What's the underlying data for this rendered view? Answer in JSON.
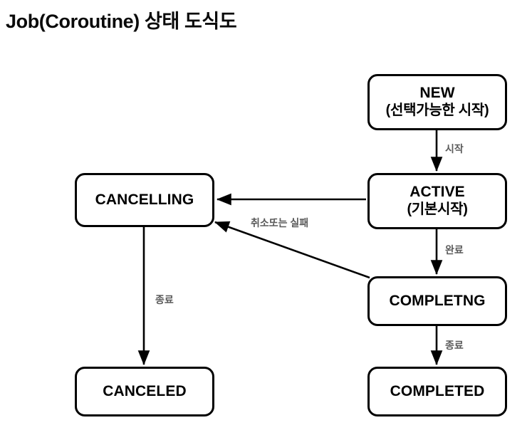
{
  "title": "Job(Coroutine) 상태 도식도",
  "diagram": {
    "type": "state-diagram",
    "nodes": [
      {
        "id": "new",
        "name": "NEW",
        "sub": "(선택가능한 시작)"
      },
      {
        "id": "active",
        "name": "ACTIVE",
        "sub": "(기본시작)"
      },
      {
        "id": "cancelling",
        "name": "CANCELLING",
        "sub": ""
      },
      {
        "id": "completing",
        "name": "COMPLETNG",
        "sub": ""
      },
      {
        "id": "canceled",
        "name": "CANCELED",
        "sub": ""
      },
      {
        "id": "completed",
        "name": "COMPLETED",
        "sub": ""
      }
    ],
    "edges": [
      {
        "from": "new",
        "to": "active",
        "label": "시작"
      },
      {
        "from": "active",
        "to": "cancelling",
        "label": "취소또는 실패"
      },
      {
        "from": "active",
        "to": "completing",
        "label": "완료"
      },
      {
        "from": "completing",
        "to": "cancelling",
        "label": ""
      },
      {
        "from": "cancelling",
        "to": "canceled",
        "label": "종료"
      },
      {
        "from": "completing",
        "to": "completed",
        "label": "종료"
      }
    ],
    "labels": {
      "start": "시작",
      "complete": "완료",
      "cancel_or_fail": "취소또는 실패",
      "finish_left": "종료",
      "finish_right": "종료"
    },
    "colors": {
      "background": "#ffffff",
      "node_border": "#000000",
      "node_fill": "#ffffff",
      "text": "#000000",
      "edge_label_text": "#5b5b5b",
      "edge_stroke": "#000000"
    }
  }
}
